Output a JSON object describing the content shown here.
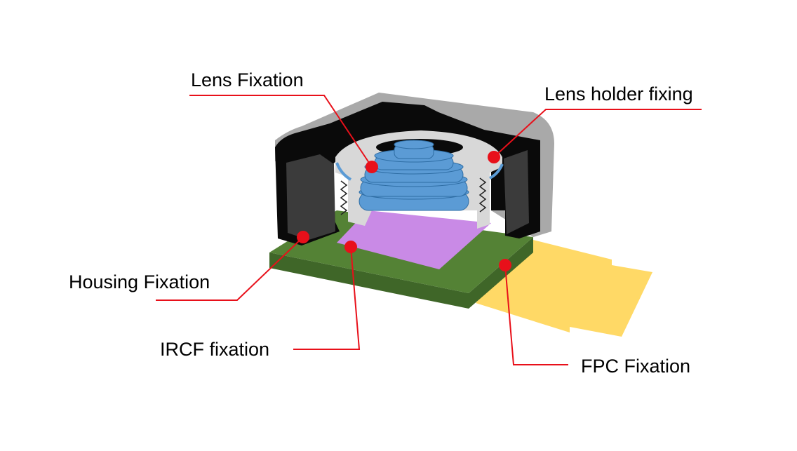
{
  "labels": {
    "lens_fixation": "Lens Fixation",
    "lens_holder_fixing": "Lens holder fixing",
    "housing_fixation": "Housing Fixation",
    "ircf_fixation": "IRCF fixation",
    "fpc_fixation": "FPC Fixation"
  },
  "colors": {
    "callout": "#e8101a",
    "housing_black": "#0a0a0a",
    "housing_gray": "#a9a9a9",
    "housing_inner": "#3b3b3b",
    "holder": "#d8d8d8",
    "lens": "#5b9bd5",
    "lens_edge": "#2e6da4",
    "pcb": "#548235",
    "pcb_dark": "#3f6628",
    "ircf": "#c98ae6",
    "fpc": "#ffd966"
  }
}
